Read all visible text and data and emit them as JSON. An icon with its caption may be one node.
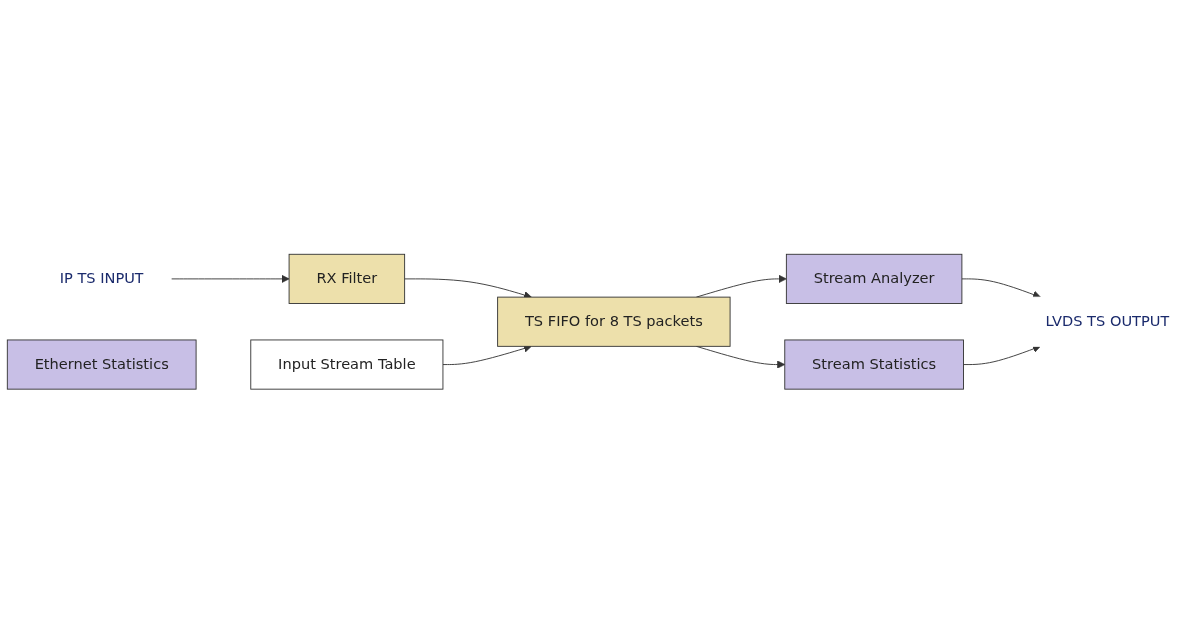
{
  "diagram": {
    "nodes": [
      {
        "text": [
          "IP TS INPUT"
        ]
      },
      {
        "text": [
          "RX Filter"
        ]
      },
      {
        "text": [
          "TS FIFO for 8 TS packets"
        ]
      },
      {
        "text": [
          "Stream Analyzer"
        ]
      },
      {
        "text": [
          "Stream Statistics"
        ]
      },
      {
        "text": [
          "LVDS TS OUTPUT"
        ]
      },
      {
        "text": [
          "Input Stream Table"
        ]
      },
      {
        "text": [
          "Ethernet Statistics"
        ]
      }
    ],
    "edges": [
      {
        "from": 0,
        "to": 1,
        "arrow": "to"
      },
      {
        "from": 1,
        "to": 2,
        "arrow": "to"
      },
      {
        "from": 6,
        "to": 2,
        "arrow": "to"
      },
      {
        "from": 2,
        "to": 3,
        "arrow": "to"
      },
      {
        "from": 2,
        "to": 4,
        "arrow": "to"
      },
      {
        "from": 3,
        "to": 5,
        "arrow": "to"
      },
      {
        "from": 4,
        "to": 5,
        "arrow": "to"
      }
    ]
  }
}
